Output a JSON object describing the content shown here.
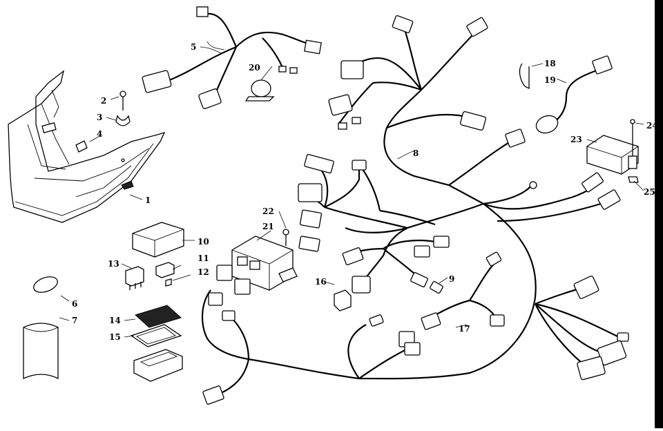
{
  "diagram": {
    "callouts": [
      "1",
      "2",
      "3",
      "4",
      "5",
      "6",
      "7",
      "8",
      "9",
      "10",
      "11",
      "12",
      "13",
      "14",
      "15",
      "16",
      "17",
      "18",
      "19",
      "20",
      "21",
      "22",
      "23",
      "24",
      "25"
    ]
  },
  "colors": {
    "ink": "#000000",
    "paper": "#ffffff"
  }
}
